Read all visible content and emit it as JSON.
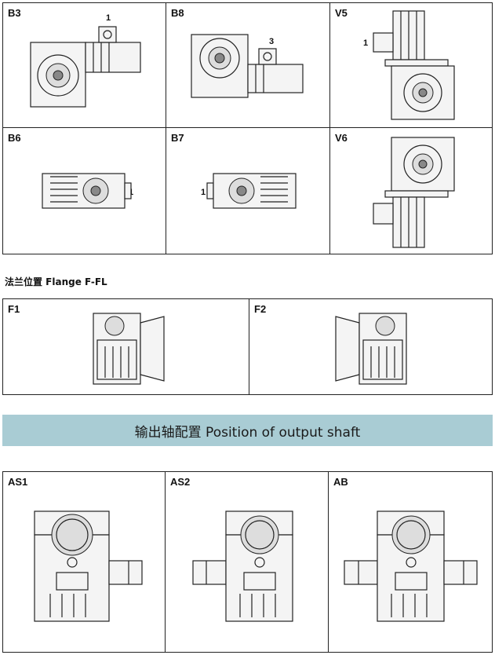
{
  "mounting": {
    "cells": [
      {
        "label": "B3",
        "marker": "1"
      },
      {
        "label": "B8",
        "marker": "3"
      },
      {
        "label": "V5",
        "marker": "1"
      },
      {
        "label": "B6",
        "marker": "1"
      },
      {
        "label": "B7",
        "marker": "1"
      },
      {
        "label": "V6",
        "marker": ""
      }
    ]
  },
  "flange": {
    "heading": "法兰位置 Flange F-FL",
    "cells": [
      {
        "label": "F1"
      },
      {
        "label": "F2"
      }
    ]
  },
  "output": {
    "banner": "输出轴配置 Position of output shaft",
    "cells": [
      {
        "label": "AS1"
      },
      {
        "label": "AS2"
      },
      {
        "label": "AB"
      }
    ]
  }
}
